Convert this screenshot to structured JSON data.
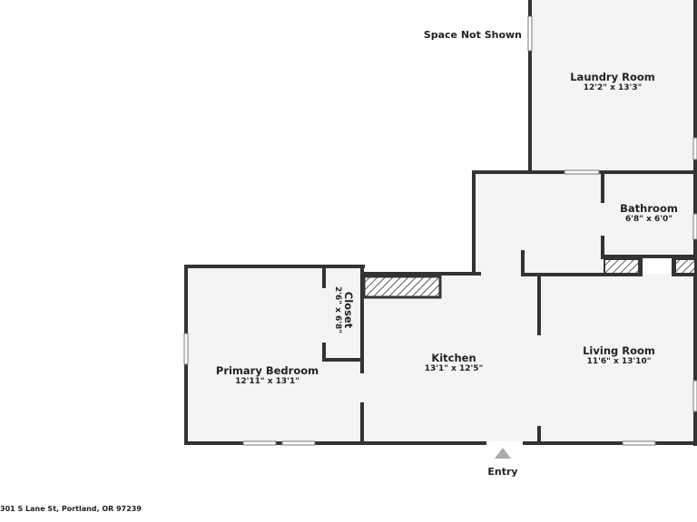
{
  "labels": {
    "space_not_shown": "Space Not Shown",
    "entry": "Entry",
    "address": "301 S Lane St, Portland, OR 97239"
  },
  "rooms": {
    "laundry": {
      "name": "Laundry Room",
      "dims": "12'2\" x 13'3\""
    },
    "bathroom": {
      "name": "Bathroom",
      "dims": "6'8\" x 6'0\""
    },
    "closet": {
      "name": "Closet",
      "dims": "2'6\" x 6'8\""
    },
    "primary_bedroom": {
      "name": "Primary Bedroom",
      "dims": "12'11\" x 13'1\""
    },
    "kitchen": {
      "name": "Kitchen",
      "dims": "13'1\" x 12'5\""
    },
    "living_room": {
      "name": "Living Room",
      "dims": "11'6\" x 13'10\""
    }
  },
  "colors": {
    "wall": "#333333",
    "floor": "#f4f4f4",
    "window": "#ffffff",
    "entry_arrow": "#aaaaaa"
  }
}
